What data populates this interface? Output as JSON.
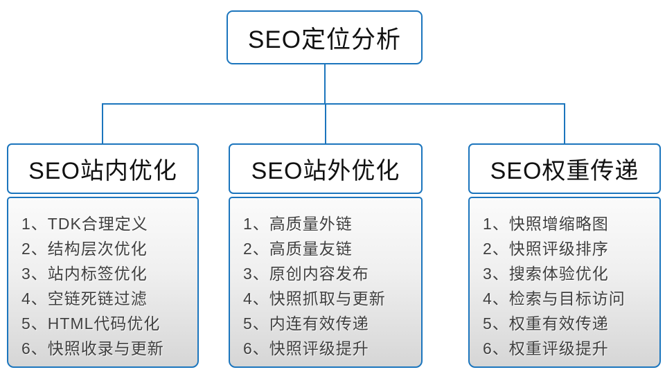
{
  "root_box": {
    "label": "SEO定位分析"
  },
  "columns": [
    {
      "title": "SEO站内优化",
      "items": [
        "1、TDK合理定义",
        "2、结构层次优化",
        "3、站内标签优化",
        "4、空链死链过滤",
        "5、HTML代码优化",
        "6、快照收录与更新"
      ]
    },
    {
      "title": "SEO站外优化",
      "items": [
        "1、高质量外链",
        "2、高质量友链",
        "3、原创内容发布",
        "4、快照抓取与更新",
        "5、内连有效传递",
        "6、快照评级提升"
      ]
    },
    {
      "title": "SEO权重传递",
      "items": [
        "1、快照增缩略图",
        "2、快照评级排序",
        "3、搜索体验优化",
        "4、检索与目标访问",
        "5、权重有效传递",
        "6、权重评级提升"
      ]
    }
  ],
  "colors": {
    "connector_blue": "#1b75bd",
    "header_text": "#111111",
    "item_text": "#3f3f3f",
    "body_gradient_top": "#fbfbfb",
    "body_gradient_bottom": "#d6d6d6"
  }
}
